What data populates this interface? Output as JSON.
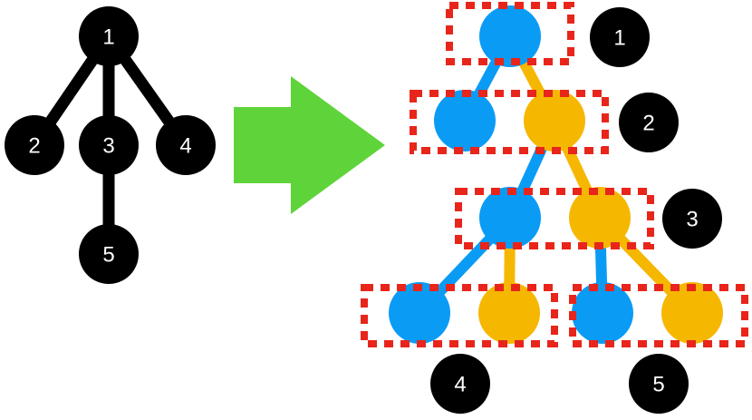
{
  "colors": {
    "tree_node": "#000000",
    "tree_edge": "#000000",
    "arrow": "#5fd43a",
    "node_blue": "#0a9bf5",
    "node_orange": "#f6b700",
    "box_border": "#e8251b",
    "label_text": "#ffffff"
  },
  "source_tree": {
    "nodes": [
      {
        "id": "n1",
        "label": "1"
      },
      {
        "id": "n2",
        "label": "2"
      },
      {
        "id": "n3",
        "label": "3"
      },
      {
        "id": "n4",
        "label": "4"
      },
      {
        "id": "n5",
        "label": "5"
      }
    ],
    "edges": [
      [
        "n1",
        "n2"
      ],
      [
        "n1",
        "n3"
      ],
      [
        "n1",
        "n4"
      ],
      [
        "n3",
        "n5"
      ]
    ]
  },
  "arrow": {
    "direction": "right",
    "icon": "arrow-right-icon"
  },
  "expanded_tree": {
    "groups": [
      {
        "id": "g1",
        "label": "1"
      },
      {
        "id": "g2",
        "label": "2"
      },
      {
        "id": "g3",
        "label": "3"
      },
      {
        "id": "g4",
        "label": "4"
      },
      {
        "id": "g5",
        "label": "5"
      }
    ]
  }
}
